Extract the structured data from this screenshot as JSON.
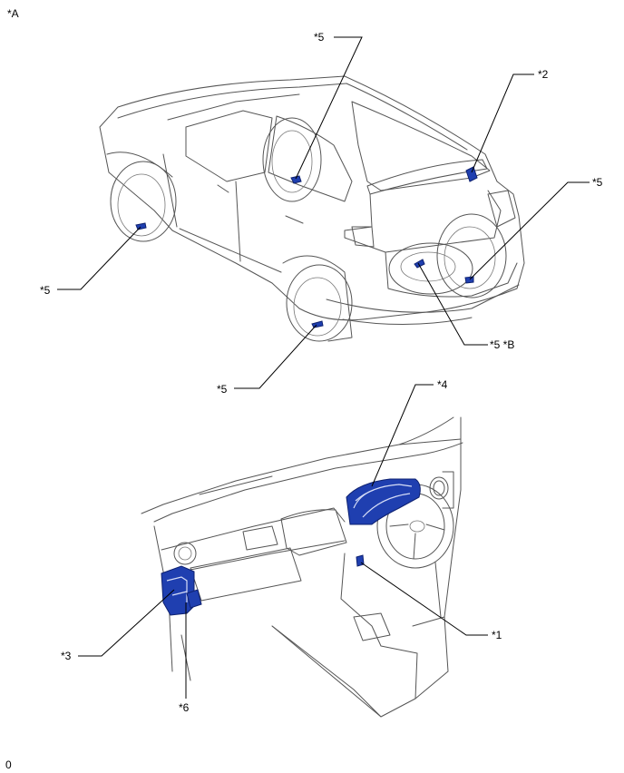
{
  "corner_tag": "*A",
  "footer_code": "0",
  "callouts": {
    "c5_top": "*5",
    "c2": "*2",
    "c5_right": "*5",
    "c5_left": "*5",
    "c5b_text": "*5 *B",
    "c5_bottom": "*5",
    "c4": "*4",
    "c1": "*1",
    "c3": "*3",
    "c6": "*6"
  },
  "colors": {
    "part_fill": "#1f3fb0",
    "line_art": "#555555"
  }
}
